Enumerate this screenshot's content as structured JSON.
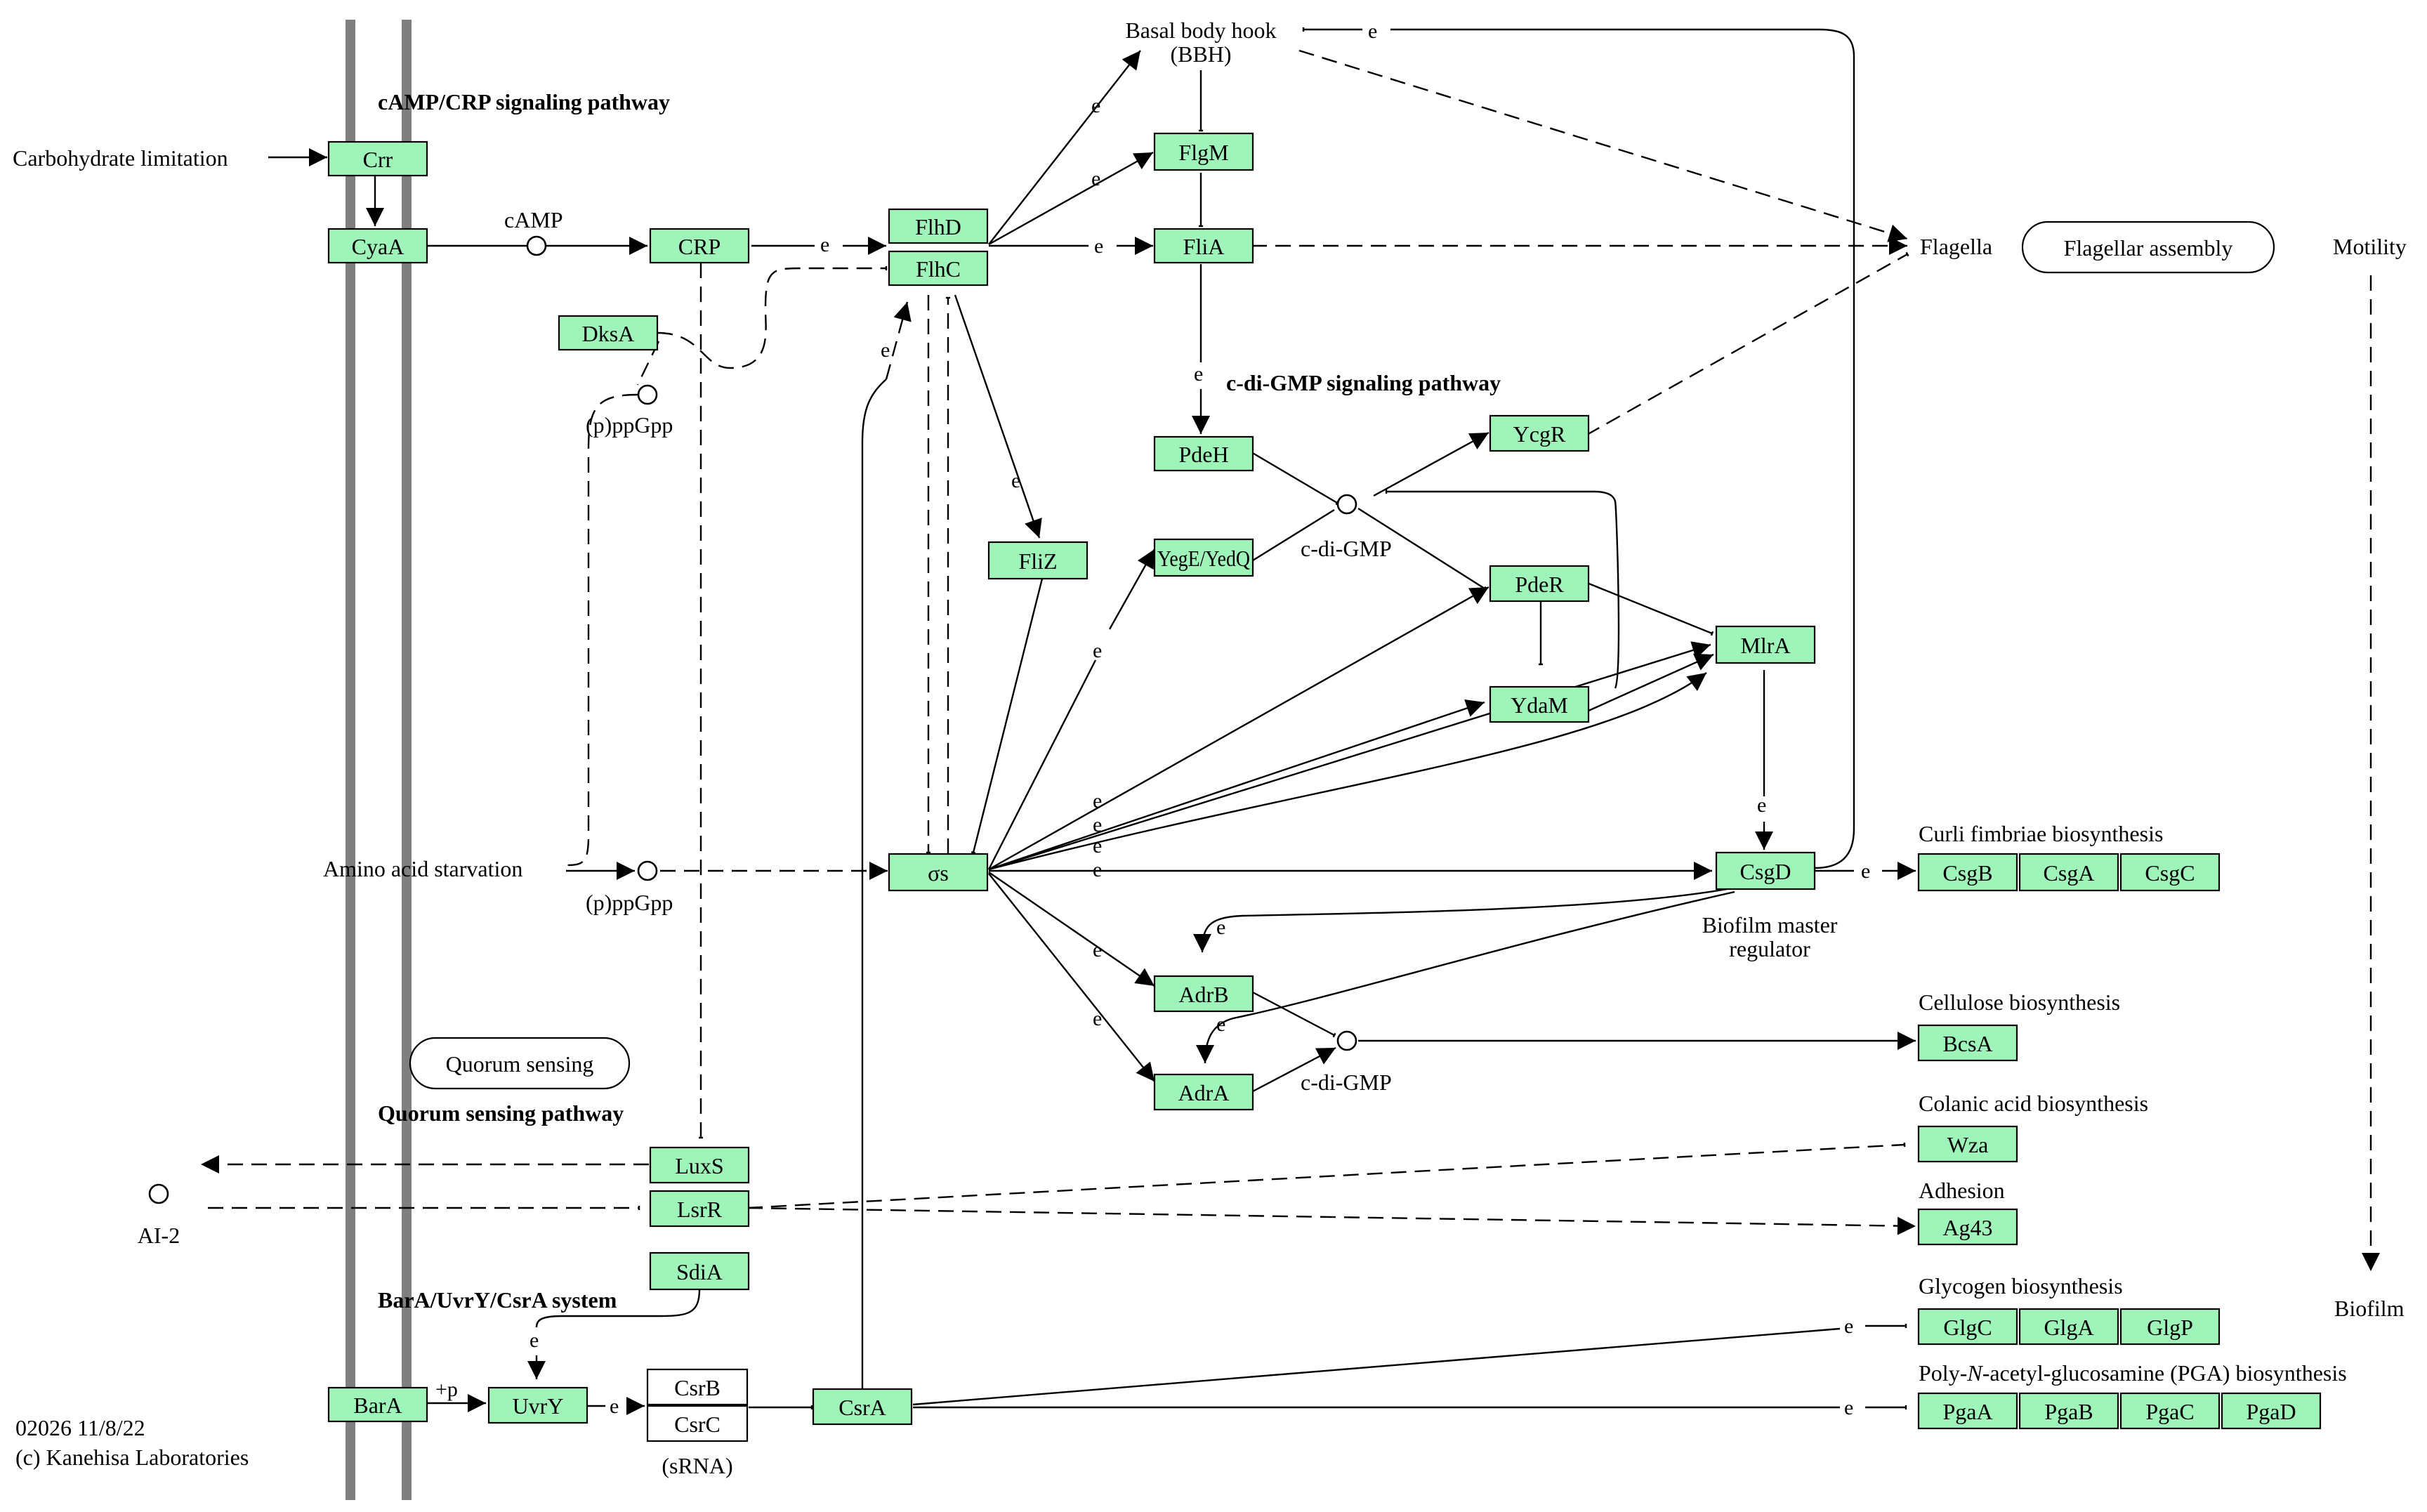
{
  "headers": {
    "camp_crp": "cAMP/CRP signaling pathway",
    "cdigmp": "c-di-GMP signaling pathway",
    "quorum": "Quorum sensing pathway",
    "barauvy": "BarA/UvrY/CsrA system"
  },
  "genes": {
    "crr": "Crr",
    "cyaa": "CyaA",
    "crp": "CRP",
    "dksa": "DksA",
    "flhd": "FlhD",
    "flhc": "FlhC",
    "flgm": "FlgM",
    "flia": "FliA",
    "fliz": "FliZ",
    "pdeh": "PdeH",
    "ycgr": "YcgR",
    "yege": "YegE/YedQ",
    "pder": "PdeR",
    "ydam": "YdaM",
    "mlra": "MlrA",
    "sigmas": "σs",
    "csgd": "CsgD",
    "csgb": "CsgB",
    "csga": "CsgA",
    "csgc": "CsgC",
    "adrb": "AdrB",
    "adra": "AdrA",
    "bcsa": "BcsA",
    "wza": "Wza",
    "ag43": "Ag43",
    "luxs": "LuxS",
    "lsrr": "LsrR",
    "sdia": "SdiA",
    "bara": "BarA",
    "uvry": "UvrY",
    "csra": "CsrA",
    "glgc": "GlgC",
    "glga": "GlgA",
    "glgp": "GlgP",
    "pgaa": "PgaA",
    "pgab": "PgaB",
    "pgac": "PgaC",
    "pgad": "PgaD"
  },
  "rna": {
    "csrb": "CsrB",
    "csrc": "CsrC",
    "srna": "(sRNA)"
  },
  "maps": {
    "flagellar": "Flagellar assembly",
    "quorum": "Quorum sensing"
  },
  "labels": {
    "carb_limit": "Carbohydrate limitation",
    "camp": "cAMP",
    "ppgpp1": "(p)ppGpp",
    "ppgpp2": "(p)ppGpp",
    "amino_starv": "Amino acid starvation",
    "bbh1": "Basal body hook",
    "bbh2": "(BBH)",
    "flagella": "Flagella",
    "motility": "Motility",
    "biofilm": "Biofilm",
    "cdigmp1": "c-di-GMP",
    "cdigmp2": "c-di-GMP",
    "curli": "Curli fimbriae biosynthesis",
    "cellulose": "Cellulose biosynthesis",
    "colanic": "Colanic acid biosynthesis",
    "adhesion": "Adhesion",
    "glycogen": "Glycogen biosynthesis",
    "pga_a": "Poly-",
    "pga_n": "N",
    "pga_b": "-acetyl-glucosamine (PGA) biosynthesis",
    "biofilm_master1": "Biofilm master",
    "biofilm_master2": "regulator",
    "ai2": "AI-2",
    "p_mark": "+p",
    "e": "e",
    "footer1": "02026 11/8/22",
    "footer2": "(c) Kanehisa Laboratories"
  }
}
